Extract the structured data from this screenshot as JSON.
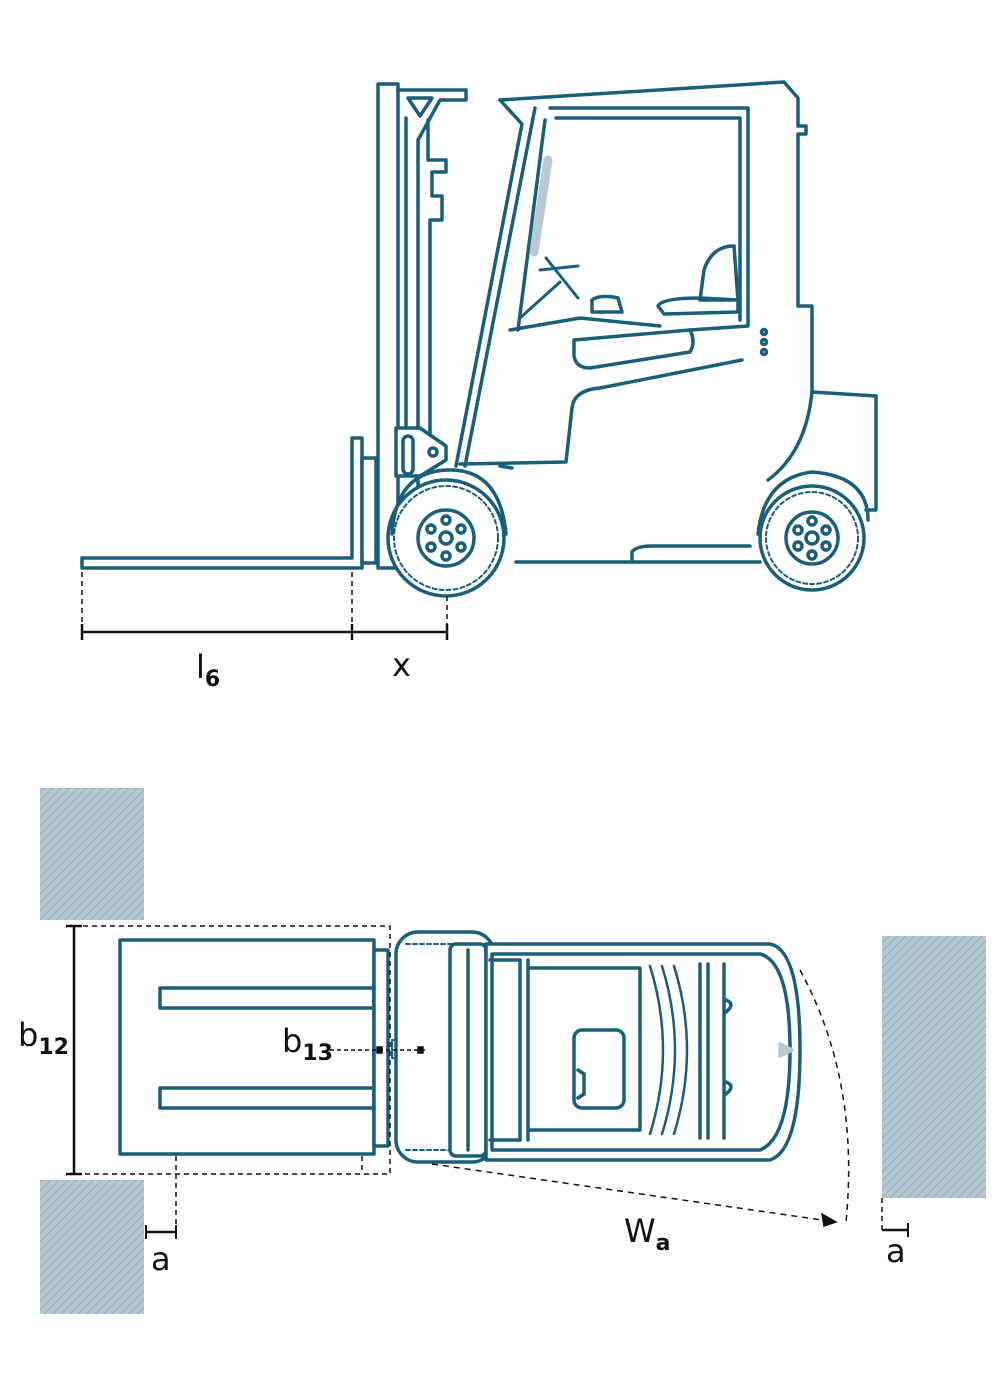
{
  "colors": {
    "line": "#1a5f7a",
    "glass": "#b7c9d2",
    "hatch": "#a9bfc9",
    "dimension": "#111111"
  },
  "side_view": {
    "l6_label": {
      "main": "l",
      "sub": "6"
    },
    "x_label": "x"
  },
  "top_view": {
    "b12_label": {
      "main": "b",
      "sub": "12"
    },
    "b13_label": {
      "main": "b",
      "sub": "13"
    },
    "wa_label": {
      "main": "W",
      "sub": "a"
    },
    "a_left_label": "a",
    "a_right_label": "a"
  }
}
